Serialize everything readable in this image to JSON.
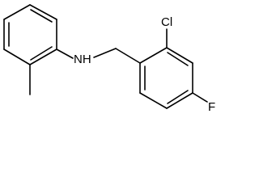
{
  "molecule": {
    "atoms": {
      "amine": "NH",
      "chlorine": "Cl",
      "fluorine": "F"
    },
    "colors": {
      "bond": "#000000",
      "label": "#000000",
      "background": "#ffffff"
    }
  }
}
